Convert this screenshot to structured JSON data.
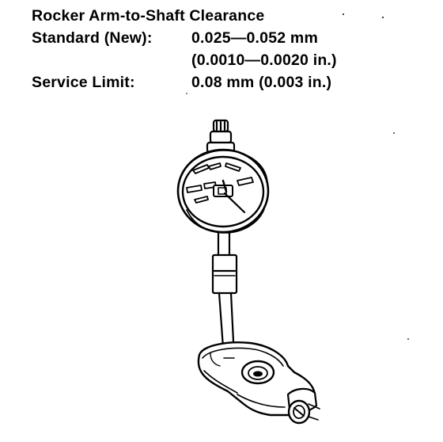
{
  "spec": {
    "title": "Rocker Arm-to-Shaft Clearance",
    "standard_label": "Standard (New):",
    "standard_mm": "0.025—0.052 mm",
    "standard_in": "(0.0010—0.0020 in.)",
    "limit_label": "Service Limit:",
    "limit_value": "0.08 mm (0.003 in.)"
  },
  "figure": {
    "subject": "dial-indicator-on-rocker-arm",
    "stroke_color": "#000000",
    "background_color": "#ffffff"
  }
}
